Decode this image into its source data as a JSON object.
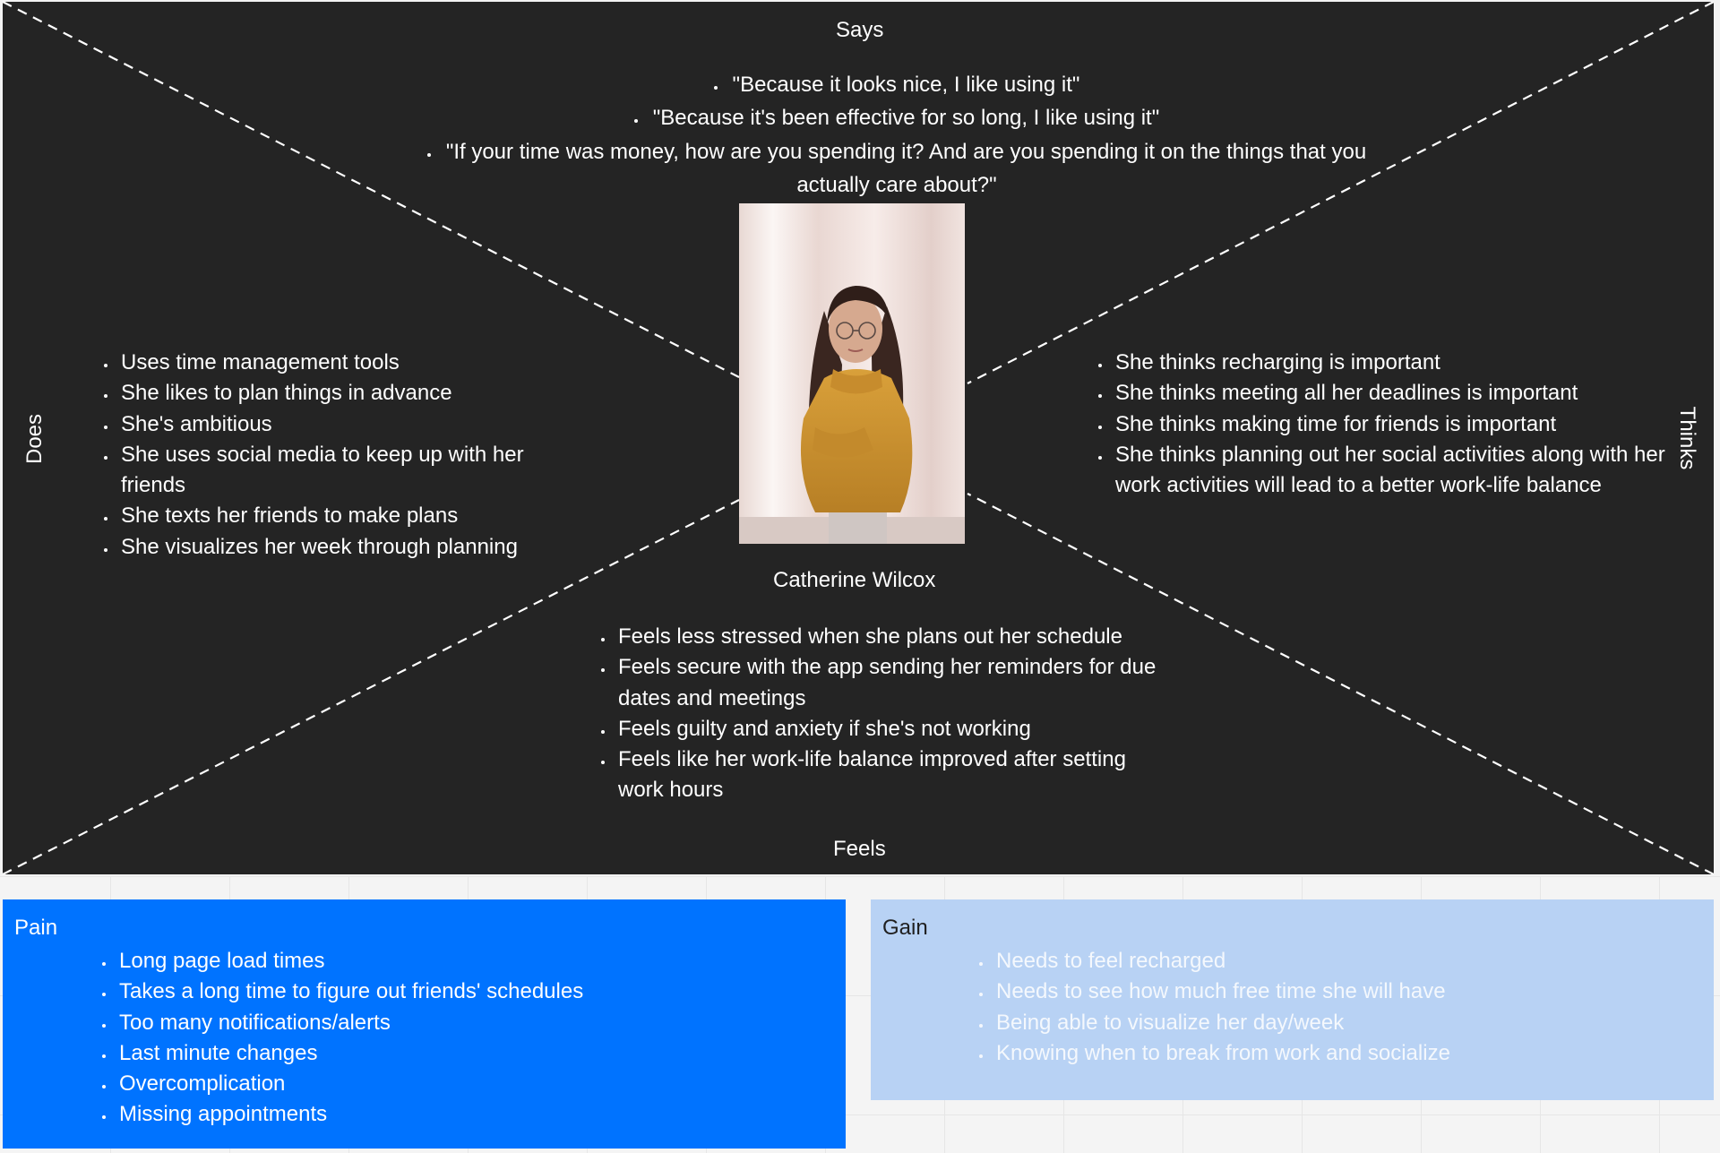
{
  "empathy_map": {
    "quadrants": {
      "says": {
        "label": "Says",
        "items": [
          "\"Because it looks nice, I like using it\"",
          "\"Because it's been effective for so long, I like using it\"",
          "\"If your time was money, how are you spending it? And are you spending it on the things that you actually care about?\""
        ]
      },
      "does": {
        "label": "Does",
        "items": [
          "Uses time management tools",
          "She likes to plan things in advance",
          "She's ambitious",
          "She uses social media to keep up with her friends",
          "She texts her friends to make plans",
          "She visualizes her week through planning"
        ]
      },
      "thinks": {
        "label": "Thinks",
        "items": [
          "She thinks recharging is important",
          "She thinks meeting all her deadlines is important",
          "She thinks making time for friends is important",
          "She thinks planning out her social activities along with her work activities will lead to a better work-life balance"
        ]
      },
      "feels": {
        "label": "Feels",
        "items": [
          "Feels less stressed when she plans out her schedule",
          "Feels secure with the app sending her reminders for due dates and meetings",
          "Feels guilty and anxiety if she's not working",
          "Feels like her work-life balance improved after setting work hours"
        ]
      }
    },
    "persona": {
      "name": "Catherine Wilcox"
    }
  },
  "pain": {
    "title": "Pain",
    "items": [
      "Long page load times",
      "Takes a long time to figure out friends' schedules",
      "Too many notifications/alerts",
      "Last minute changes",
      "Overcomplication",
      "Missing appointments"
    ]
  },
  "gain": {
    "title": "Gain",
    "items": [
      "Needs to feel recharged",
      "Needs to see how much free time she will have",
      "Being able to visualize her day/week",
      "Knowing when to break from work and socialize"
    ]
  },
  "colors": {
    "map_background": "#242424",
    "pain_panel": "#0073ff",
    "gain_panel": "#b8d2f4",
    "canvas": "#f3f3f3"
  }
}
